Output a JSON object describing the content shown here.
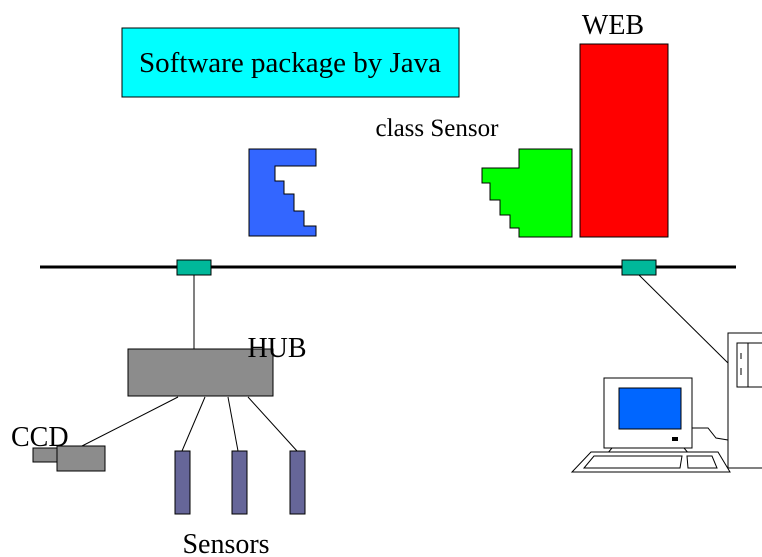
{
  "diagram": {
    "title_box": "Software package by Java",
    "web_label": "WEB",
    "class_label": "class Sensor",
    "hub_label": "HUB",
    "ccd_label": "CCD",
    "sensors_label": "Sensors"
  },
  "colors": {
    "title_box_fill": "#00ffff",
    "web_block": "#ff0000",
    "sensor_class_block": "#00ff00",
    "blue_block": "#3366ff",
    "network_connector": "#00b89a",
    "hub_fill": "#8c8c8c",
    "sensor_bar": "#666699",
    "monitor_screen": "#0066ff"
  }
}
